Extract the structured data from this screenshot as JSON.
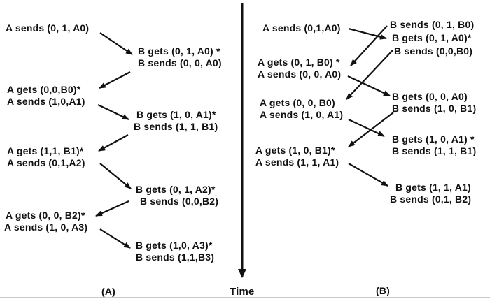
{
  "left_panel": {
    "label": "(A)",
    "a_blocks": [
      {
        "lines": [
          "A sends (0, 1, A0)"
        ]
      },
      {
        "lines": [
          "A gets (0,0,B0)*",
          "A sends (1,0,A1)"
        ]
      },
      {
        "lines": [
          "A gets (1,1, B1)*",
          "A sends (0,1,A2)"
        ]
      },
      {
        "lines": [
          "A gets (0, 0, B2)*",
          "A sends (1, 0, A3)"
        ]
      }
    ],
    "b_blocks": [
      {
        "lines": [
          "B gets (0, 1, A0) *",
          "B sends (0, 0, A0)"
        ]
      },
      {
        "lines": [
          "B gets (1, 0, A1)*",
          "B sends (1, 1, B1)"
        ]
      },
      {
        "lines": [
          "B gets (0, 1, A2)*",
          "B sends (0,0,B2)"
        ]
      },
      {
        "lines": [
          "B gets (1,0, A3)*",
          "B sends (1,1,B3)"
        ]
      }
    ]
  },
  "right_panel": {
    "label": "(B)",
    "a_blocks": [
      {
        "lines": [
          "A sends (0,1,A0)"
        ]
      },
      {
        "lines": [
          "A gets (0, 1, B0) *",
          "A sends (0, 0, A0)"
        ]
      },
      {
        "lines": [
          "A gets (0, 0, B0)",
          "A sends (1, 0, A1)"
        ]
      },
      {
        "lines": [
          "A gets (1, 0, B1)*",
          "A sends (1, 1, A1)"
        ]
      }
    ],
    "b_blocks": [
      {
        "lines": [
          "B sends (0, 1, B0)",
          "B gets (0, 1, A0)*",
          "B sends (0,0,B0)"
        ]
      },
      {
        "lines": [
          "B gets (0, 0, A0)",
          "B sends (1, 0, B1)"
        ]
      },
      {
        "lines": [
          "B gets (1, 0, A1) *",
          "B sends (1, 1, B1)"
        ]
      },
      {
        "lines": [
          "B gets (1, 1, A1)",
          "B sends (0,1, B2)"
        ]
      }
    ]
  },
  "time_axis": {
    "label": "Time"
  },
  "colors": {
    "text": "#111111",
    "arrow": "#111111",
    "background": "#ffffff"
  }
}
